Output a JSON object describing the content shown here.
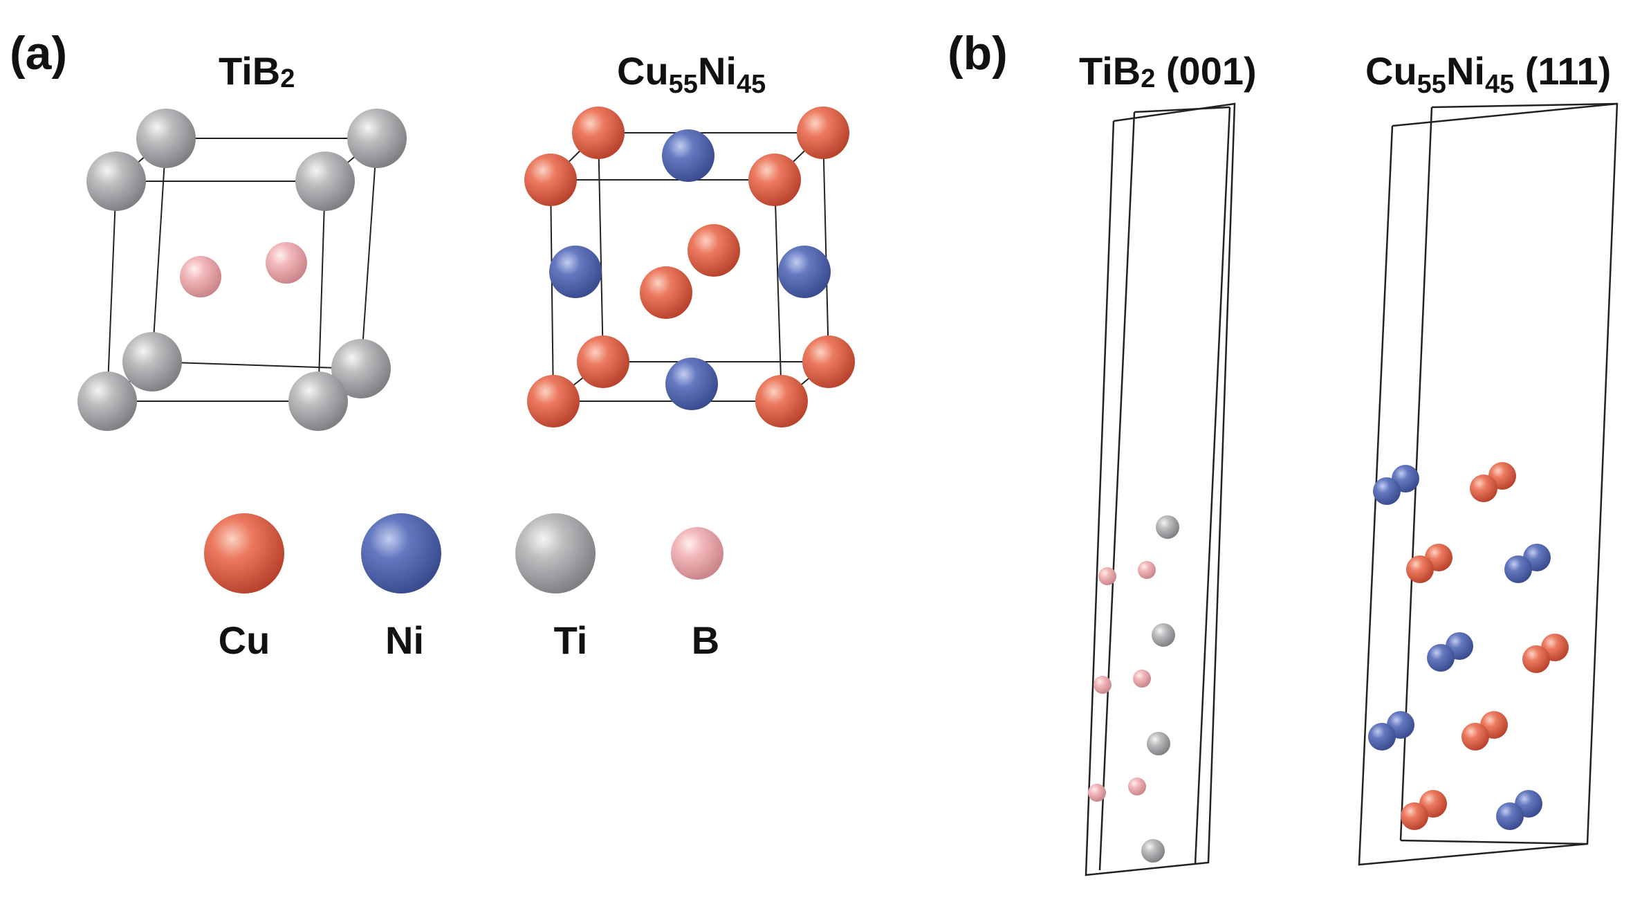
{
  "panels": {
    "a": {
      "label": "(a)",
      "tib2_title": {
        "base": "TiB",
        "sub": "2"
      },
      "cuni_title": {
        "el1": "Cu",
        "sub1": "55",
        "el2": "Ni",
        "sub2": "45"
      }
    },
    "b": {
      "label": "(b)",
      "tib2_title": {
        "base": "TiB",
        "sub": "2",
        "tail": " (001)"
      },
      "cuni_title": {
        "el1": "Cu",
        "sub1": "55",
        "el2": "Ni",
        "sub2": "45",
        "tail": " (111)"
      }
    }
  },
  "legend": [
    {
      "symbol": "Cu",
      "color": "#e3684e"
    },
    {
      "symbol": "Ni",
      "color": "#5a6fb6"
    },
    {
      "symbol": "Ti",
      "color": "#b4b6b8"
    },
    {
      "symbol": "B",
      "color": "#f2b4b6"
    }
  ],
  "colors": {
    "Cu": "#e3684e",
    "Ni": "#5a6fb6",
    "Ti": "#b4b6b8",
    "B": "#f2b4b6",
    "line": "#222222"
  }
}
